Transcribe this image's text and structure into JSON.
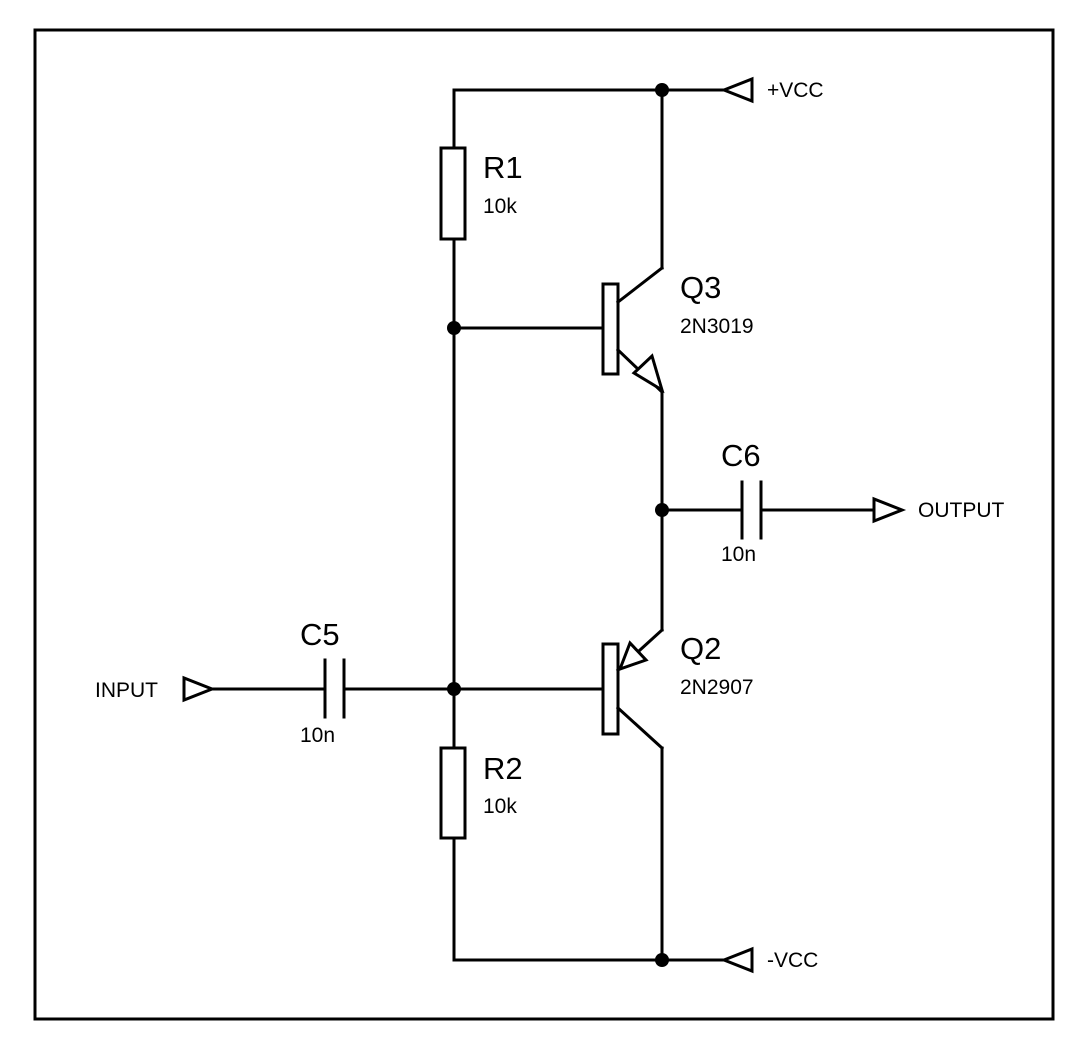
{
  "colors": {
    "line": "#000000",
    "background": "#ffffff"
  },
  "components": {
    "R1": {
      "ref": "R1",
      "value": "10k"
    },
    "R2": {
      "ref": "R2",
      "value": "10k"
    },
    "C5": {
      "ref": "C5",
      "value": "10n"
    },
    "C6": {
      "ref": "C6",
      "value": "10n"
    },
    "Q3": {
      "ref": "Q3",
      "part": "2N3019"
    },
    "Q2": {
      "ref": "Q2",
      "part": "2N2907"
    }
  },
  "ports": {
    "vcc_pos": "+VCC",
    "vcc_neg": "-VCC",
    "input": "INPUT",
    "output": "OUTPUT"
  }
}
